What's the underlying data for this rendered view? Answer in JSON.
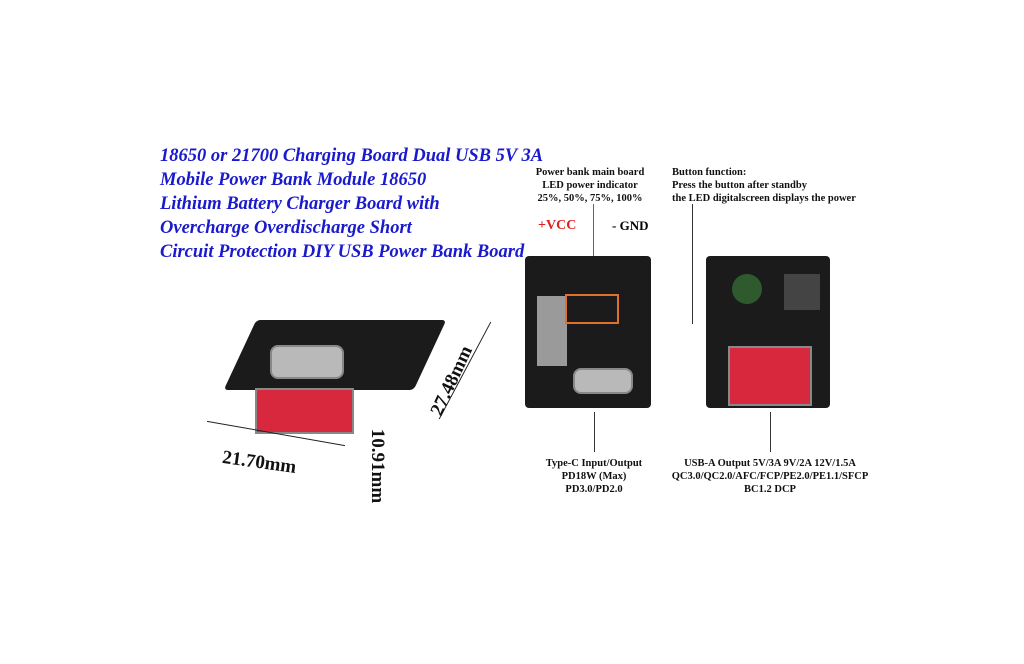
{
  "title_lines": [
    "18650 or 21700 Charging Board Dual USB 5V 3A",
    "Mobile Power Bank Module 18650",
    "Lithium Battery Charger Board with",
    "Overcharge Overdischarge Short",
    "Circuit Protection DIY USB Power Bank Board"
  ],
  "led_note": [
    "Power bank main board",
    "LED power indicator",
    "25%, 50%, 75%, 100%"
  ],
  "button_note": [
    "Button function:",
    "Press the button after standby",
    "the LED digitalscreen displays the power"
  ],
  "vcc": "+VCC",
  "gnd": "- GND",
  "typec_note": [
    "Type-C Input/Output",
    "PD18W (Max)",
    "PD3.0/PD2.0"
  ],
  "usba_note": [
    "USB-A Output 5V/3A 9V/2A 12V/1.5A",
    "QC3.0/QC2.0/AFC/FCP/PE2.0/PE1.1/SFCP",
    "BC1.2 DCP"
  ],
  "dims": {
    "width": "21.70mm",
    "length": "27.48mm",
    "height": "10.91mm"
  }
}
